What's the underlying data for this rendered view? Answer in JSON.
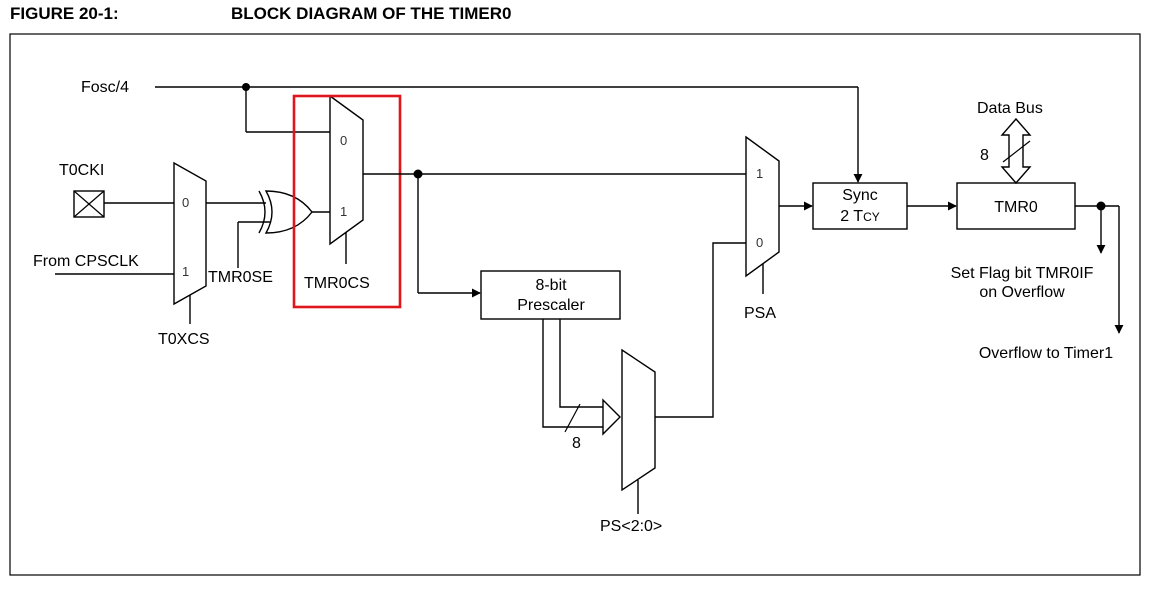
{
  "figure": {
    "number": "FIGURE 20-1:",
    "title": "BLOCK DIAGRAM OF THE TIMER0"
  },
  "signals": {
    "fosc": "Fosc/4",
    "t0cki": "T0CKI",
    "cpsclk": "From CPSCLK",
    "tmr0se": "TMR0SE",
    "tmr0cs": "TMR0CS",
    "t0xcs": "T0XCS",
    "psa": "PSA",
    "ps": "PS<2:0>",
    "data_bus": "Data Bus",
    "set_flag_1": "Set Flag bit TMR0IF",
    "set_flag_2": "on Overflow",
    "overflow": "Overflow to Timer1"
  },
  "blocks": {
    "prescaler_1": "8-bit",
    "prescaler_2": "Prescaler",
    "sync_1": "Sync",
    "sync_2": "2 T",
    "sync_2_sub": "CY",
    "tmr0": "TMR0"
  },
  "mux_inputs": {
    "zero": "0",
    "one": "1"
  },
  "bus_widths": {
    "data_bus": "8",
    "prescaler_out": "8"
  },
  "highlight_color": "#e0161d"
}
